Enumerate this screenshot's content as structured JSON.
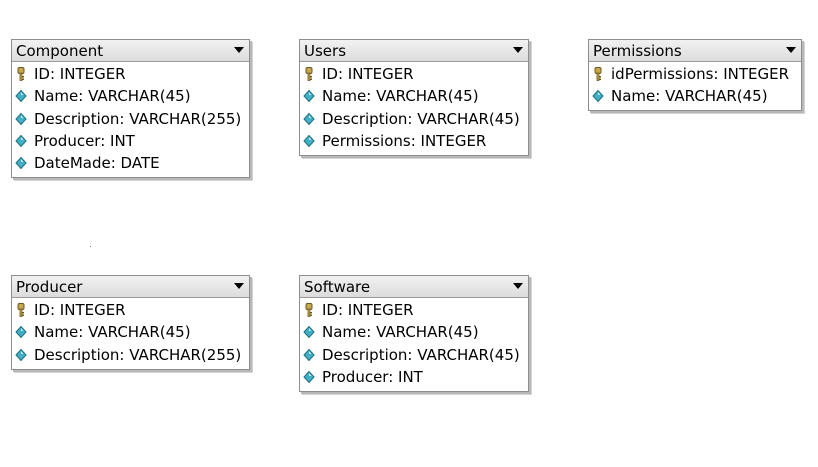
{
  "tables": [
    {
      "name": "Component",
      "columns": [
        {
          "text": "ID: INTEGER",
          "icon": "key-icon"
        },
        {
          "text": "Name: VARCHAR(45)",
          "icon": "diamond-icon"
        },
        {
          "text": "Description: VARCHAR(255)",
          "icon": "diamond-icon"
        },
        {
          "text": "Producer: INT",
          "icon": "diamond-icon"
        },
        {
          "text": "DateMade: DATE",
          "icon": "diamond-icon"
        }
      ]
    },
    {
      "name": "Users",
      "columns": [
        {
          "text": "ID: INTEGER",
          "icon": "key-icon"
        },
        {
          "text": "Name: VARCHAR(45)",
          "icon": "diamond-icon"
        },
        {
          "text": "Description: VARCHAR(45)",
          "icon": "diamond-icon"
        },
        {
          "text": "Permissions: INTEGER",
          "icon": "diamond-icon"
        }
      ]
    },
    {
      "name": "Permissions",
      "columns": [
        {
          "text": "idPermissions: INTEGER",
          "icon": "key-icon"
        },
        {
          "text": "Name: VARCHAR(45)",
          "icon": "diamond-icon"
        }
      ]
    },
    {
      "name": "Producer",
      "columns": [
        {
          "text": "ID: INTEGER",
          "icon": "key-icon"
        },
        {
          "text": "Name: VARCHAR(45)",
          "icon": "diamond-icon"
        },
        {
          "text": "Description: VARCHAR(255)",
          "icon": "diamond-icon"
        }
      ]
    },
    {
      "name": "Software",
      "columns": [
        {
          "text": "ID: INTEGER",
          "icon": "key-icon"
        },
        {
          "text": "Name: VARCHAR(45)",
          "icon": "diamond-icon"
        },
        {
          "text": "Description: VARCHAR(45)",
          "icon": "diamond-icon"
        },
        {
          "text": "Producer: INT",
          "icon": "diamond-icon"
        }
      ]
    }
  ],
  "colors": {
    "diamond_fill": "#3fb0c8",
    "key_fill": "#c8a84a"
  }
}
